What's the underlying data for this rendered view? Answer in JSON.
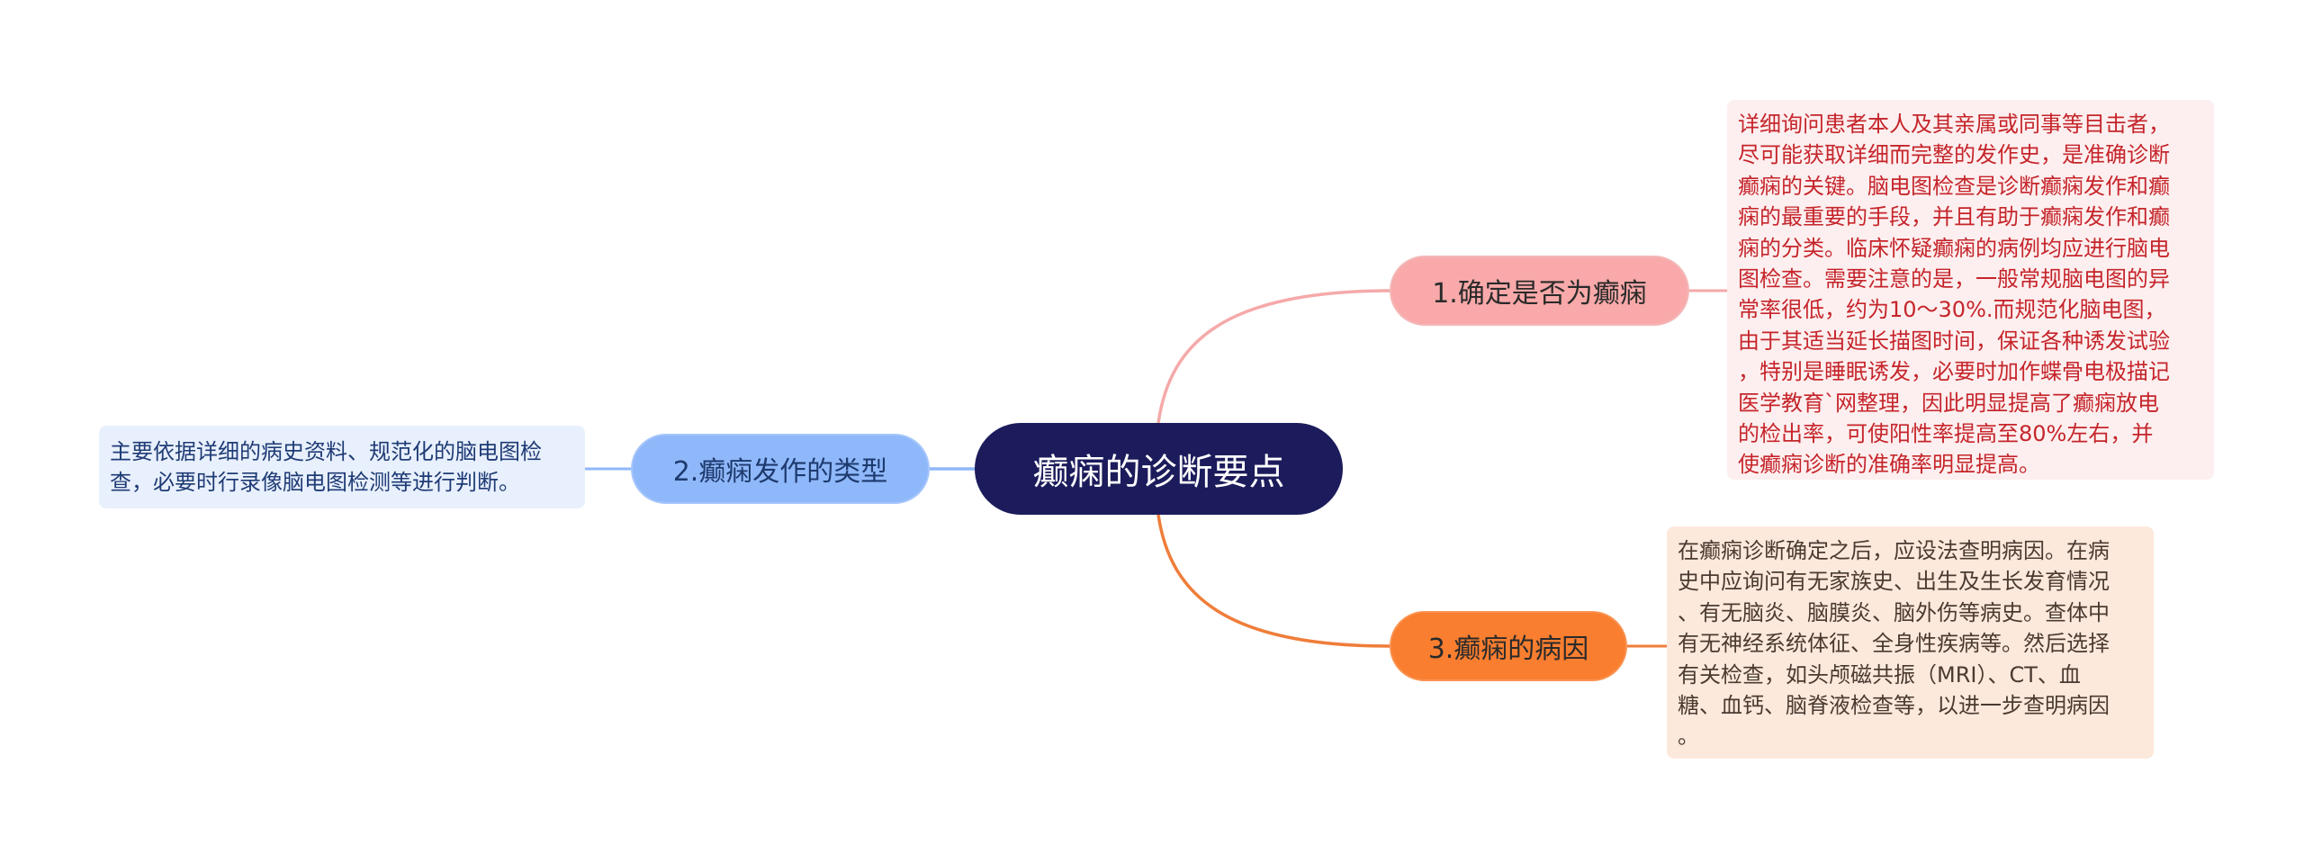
{
  "central_topic": "癫痫的诊断要点",
  "branches": [
    {
      "label": "1.确定是否为癫痫",
      "color": "#f9a9a9",
      "note_lines": [
        "详细询问患者本人及其亲属或同事等目击者，",
        "尽可能获取详细而完整的发作史，是准确诊断",
        "癫痫的关键。脑电图检查是诊断癫痫发作和癫",
        "痫的最重要的手段，并且有助于癫痫发作和癫",
        "痫的分类。临床怀疑癫痫的病例均应进行脑电",
        "图检查。需要注意的是，一般常规脑电图的异",
        "常率很低，约为10～30%.而规范化脑电图，",
        "由于其适当延长描图时间，保证各种诱发试验",
        "，特别是睡眠诱发，必要时加作蝶骨电极描记",
        "医学教育`网整理，因此明显提高了癫痫放电",
        "的检出率，可使阳性率提高至80%左右，并",
        "使癫痫诊断的准确率明显提高。"
      ]
    },
    {
      "label": "2.癫痫发作的类型",
      "color": "#8fb8fa",
      "note_lines": [
        "主要依据详细的病史资料、规范化的脑电图检",
        "查，必要时行录像脑电图检测等进行判断。"
      ]
    },
    {
      "label": "3.癫痫的病因",
      "color": "#f97e30",
      "note_lines": [
        "在癫痫诊断确定之后，应设法查明病因。在病",
        "史中应询问有无家族史、出生及生长发育情况",
        "、有无脑炎、脑膜炎、脑外伤等病史。查体中",
        "有无神经系统体征、全身性疾病等。然后选择",
        "有关检查，如头颅磁共振（MRI）、CT、血",
        "糖、血钙、脑脊液检查等，以进一步查明病因",
        "。"
      ]
    }
  ]
}
